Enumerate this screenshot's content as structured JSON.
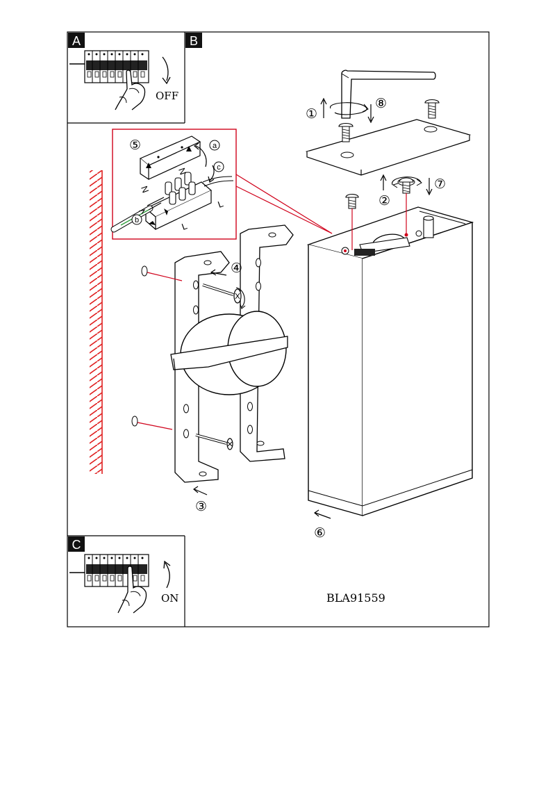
{
  "panels": {
    "a": {
      "tag": "A",
      "switch_state": "OFF"
    },
    "b": {
      "tag": "B"
    },
    "c": {
      "tag": "C",
      "switch_state": "ON"
    }
  },
  "steps": {
    "s1": "①",
    "s2": "②",
    "s3": "③",
    "s4": "④",
    "s5": "⑤",
    "s6": "⑥",
    "s7": "⑦",
    "s8": "⑧"
  },
  "wire_labels": {
    "a": "a",
    "b": "b",
    "c": "c",
    "n1": "N",
    "n2": "N",
    "l1": "L",
    "l2": "L"
  },
  "model_code": "BLA91559",
  "colors": {
    "line": "#000000",
    "accent": "#d0021b",
    "wire_green": "#2e9e3a",
    "hatch": "#e02020"
  }
}
